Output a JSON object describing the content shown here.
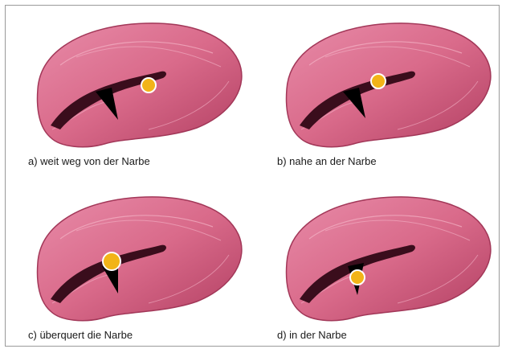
{
  "colors": {
    "tissue_dark": "#b23f62",
    "tissue_mid": "#d96a8a",
    "tissue_light": "#e88ba8",
    "scar": "#3a0d1c",
    "marker_fill": "#f2b418",
    "marker_stroke": "#ffffff",
    "triangle": "#000000",
    "border": "#9a9a9a"
  },
  "panels": [
    {
      "id": "a",
      "caption": "a) weit weg von der Narbe"
    },
    {
      "id": "b",
      "caption": "b) nahe an der Narbe"
    },
    {
      "id": "c",
      "caption": "c) überquert die Narbe"
    },
    {
      "id": "d",
      "caption": "d) in der Narbe"
    }
  ]
}
